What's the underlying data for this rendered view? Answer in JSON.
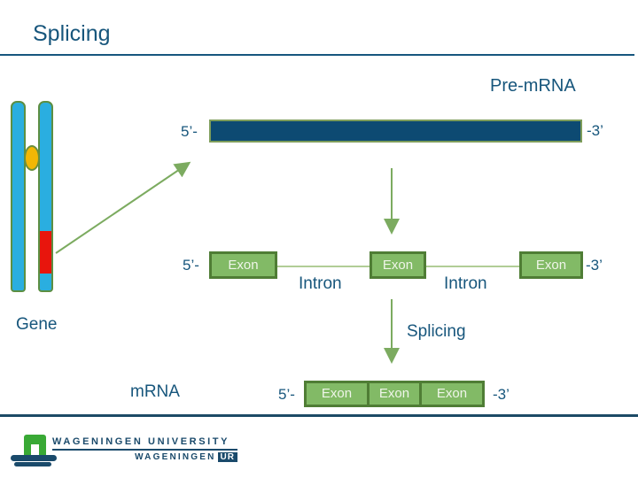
{
  "title": "Splicing",
  "labels": {
    "pre_mrna": "Pre-mRNA",
    "gene": "Gene",
    "splicing": "Splicing",
    "mrna": "mRNA"
  },
  "pre_mrna_row": {
    "five_prime": "5’-",
    "three_prime": "-3’"
  },
  "gene_row": {
    "five_prime": "5’-",
    "three_prime": "-3’",
    "exons": [
      "Exon",
      "Exon",
      "Exon"
    ],
    "introns": [
      "Intron",
      "Intron"
    ]
  },
  "mrna_row": {
    "five_prime": "5’-",
    "three_prime": "-3’",
    "exons": [
      "Exon",
      "Exon",
      "Exon"
    ]
  },
  "footer": {
    "line1": "WAGENINGEN UNIVERSITY",
    "line2": "WAGENINGEN",
    "line2_badge": "UR"
  },
  "icons": {
    "diagonal_arrow": "transcription-arrow",
    "vertical_arrow_1": "processing-arrow",
    "vertical_arrow_2": "splicing-arrow"
  },
  "colors": {
    "text_teal": "#17567C",
    "pre_mrna_bar_fill": "#0D4A72",
    "pre_mrna_bar_border": "#7E9D5B",
    "exon_fill": "#82BA66",
    "exon_border": "#4F7D35",
    "exon_text": "#EFF5E9",
    "chromatid_fill": "#2AAEE0",
    "chromatid_border": "#5D8F42",
    "centromere_fill": "#F2B705",
    "gene_locus_red": "#E8150D",
    "arrow_green": "#7CAB60",
    "intron_line_green": "#B1CD96",
    "footer_navy": "#1A4A6B",
    "logo_green": "#39A935"
  }
}
